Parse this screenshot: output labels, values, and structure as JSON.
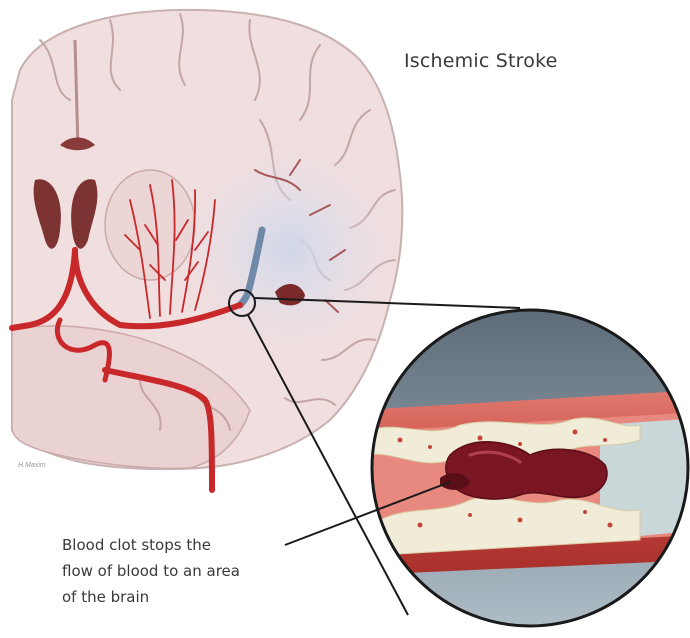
{
  "title": "Ischemic Stroke",
  "caption": {
    "line1": "Blood clot stops the",
    "line2": "flow of blood to an area",
    "line3": "of the brain"
  },
  "signature": "H.Maxim",
  "colors": {
    "brain": "#f1dede",
    "brain_outline": "#c9b1b1",
    "ischemic_region": "#dfe3ef",
    "artery": "#c9282b",
    "clot": "#7a1522",
    "vessel_wall": "#d9584f",
    "plaque": "#f1ecd7",
    "lens_outline": "#1a1a1a"
  }
}
